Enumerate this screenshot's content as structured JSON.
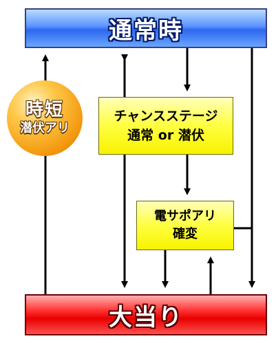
{
  "nodes": {
    "top": "通常時",
    "bottom": "大当り",
    "jitan_line1": "時短",
    "jitan_line2": "潜伏アリ",
    "chance_line1": "チャンスステージ",
    "chance_line2": "通常 or 潜伏",
    "densup_line1": "電サポアリ",
    "densup_line2": "確変"
  }
}
